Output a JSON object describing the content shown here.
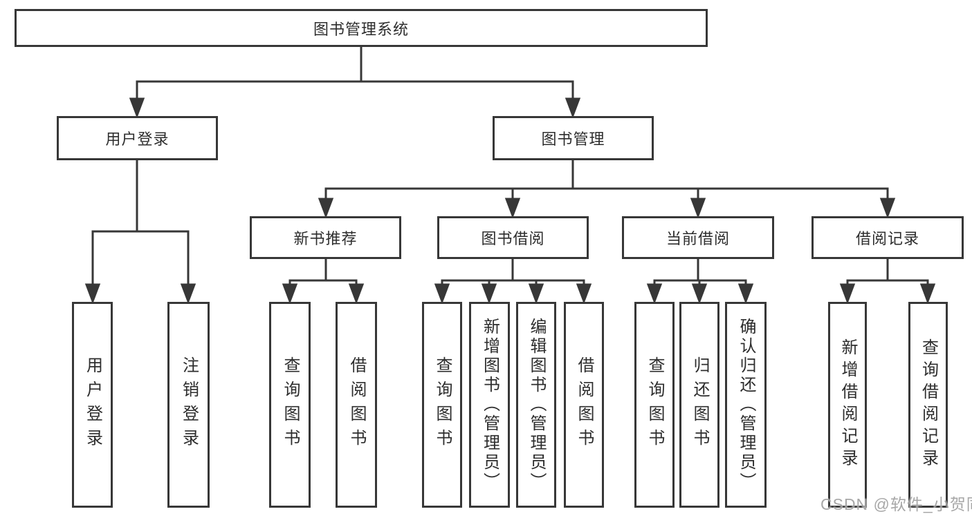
{
  "diagram": {
    "root": {
      "label": "图书管理系统"
    },
    "level2": [
      {
        "label": "用户登录"
      },
      {
        "label": "图书管理"
      }
    ],
    "level3": [
      {
        "label": "新书推荐"
      },
      {
        "label": "图书借阅"
      },
      {
        "label": "当前借阅"
      },
      {
        "label": "借阅记录"
      }
    ],
    "leaves": {
      "login": [
        {
          "label": "用户登录"
        },
        {
          "label": "注销登录"
        }
      ],
      "recommend": [
        {
          "label": "查询图书"
        },
        {
          "label": "借阅图书"
        }
      ],
      "borrow": [
        {
          "label": "查询图书"
        },
        {
          "label": "新增图书（管理员）"
        },
        {
          "label": "编辑图书（管理员）"
        },
        {
          "label": "借阅图书"
        }
      ],
      "current": [
        {
          "label": "查询图书"
        },
        {
          "label": "归还图书"
        },
        {
          "label": "确认归还（管理员）"
        }
      ],
      "records": [
        {
          "label": "新增借阅记录"
        },
        {
          "label": "查询借阅记录"
        }
      ]
    },
    "colors": {
      "border": "#373737",
      "line": "#373737",
      "text": "#2d2d2d",
      "background": "#ffffff",
      "watermark": "#989898"
    }
  },
  "watermark": {
    "text": "CSDN @软件_小贺同学"
  }
}
